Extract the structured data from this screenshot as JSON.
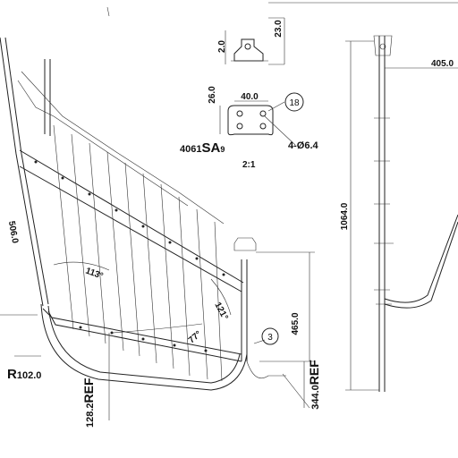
{
  "drawing": {
    "dimensions": {
      "bracket_height": "2.0",
      "bracket_total_height": "23.0",
      "plate_width": "40.0",
      "plate_height": "26.0",
      "hole_spec": "4-Ø6.4",
      "material_prefix": "4061",
      "material_suffix": "SA",
      "material_sub": "9",
      "scale": "2:1",
      "angle_top": "113",
      "angle_right": "121",
      "angle_bottom": "77",
      "length_left": "506.0",
      "radius_label": "R",
      "radius_value": "102.0",
      "ref_length": "128.2",
      "ref_suffix": "REF",
      "height_465": "465.0",
      "ref_344": "344.0",
      "side_height": "1064.0",
      "side_width": "405.0"
    },
    "balloons": {
      "detail_18": "18",
      "detail_3": "3"
    }
  }
}
